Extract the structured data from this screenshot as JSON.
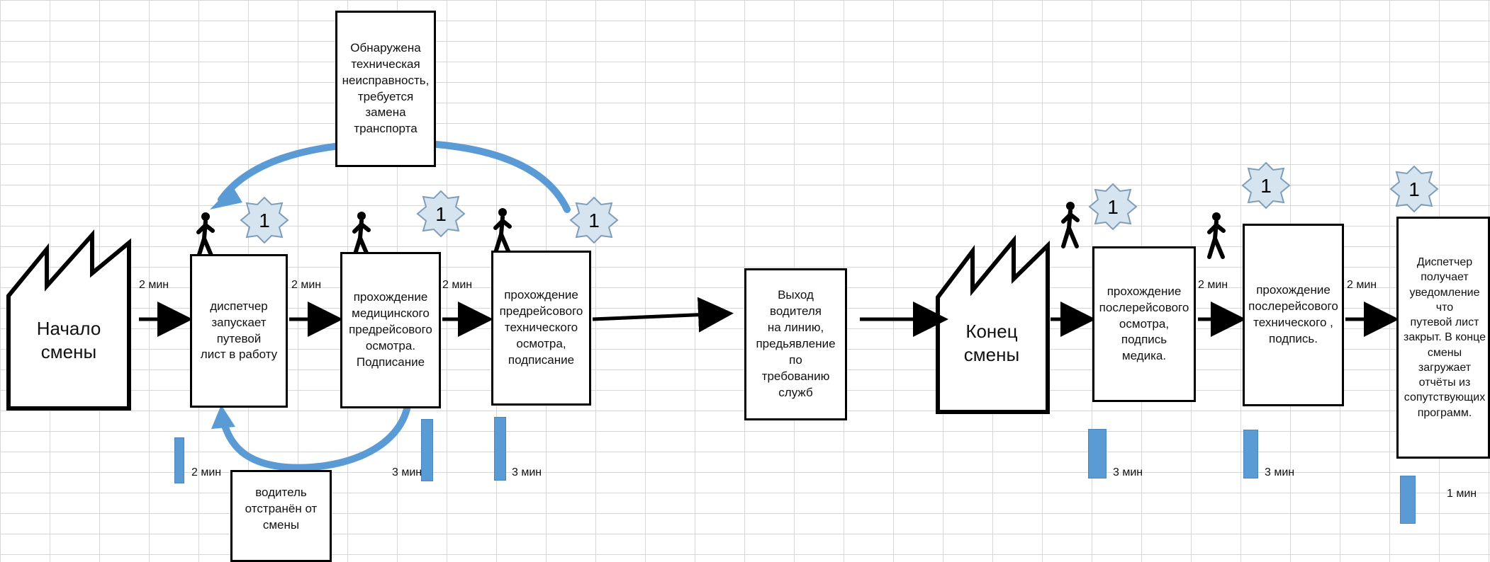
{
  "factories": {
    "start": "Начало\nсмены",
    "end": "Конец\nсмены"
  },
  "boxes": {
    "dispatcher_start": "диспетчер\nзапускает путевой\nлист в работу",
    "medical_pre": "прохождение\nмедицинского\nпредрейсового\nосмотра.\nПодписание",
    "technical_pre": "прохождение\nпредрейсового\nтехнического\nосмотра,\nподписание",
    "driver_out": "Выход водителя\nна линию,\nпредьявление по\nтребованию служб",
    "medical_post": "прохождение\nпослерейсового\nосмотра, подпись\nмедика.",
    "technical_post": "прохождениe\nпослерейсового\nтехнического ,\nподпись.",
    "dispatcher_end": "Диспетчер\nполучает\nуведомление что\nпутевой лист\nзакрыт. В конце\nсмены загружает\nотчёты из\nсопутствующих\nпрограмм.",
    "fault_note": "Обнаружена\nтехническая\nнеисправность,\nтребуется замена\nтранспорта",
    "removed_note": "водитель\nотстранён от\nсмены"
  },
  "transition_times": {
    "t1": "2 мин",
    "t2": "2 мин",
    "t3": "2 мин",
    "t4": "2 мин",
    "t5": "2 мин"
  },
  "duration_labels": {
    "d1": "2 мин",
    "d2": "3 мин",
    "d3": "3 мин",
    "d4": "3 мин",
    "d5": "3 мин",
    "d6": "1 мин"
  },
  "badges": {
    "b1": "1",
    "b2": "1",
    "b3": "1",
    "b4": "1",
    "b5": "1",
    "b6": "1"
  },
  "colors": {
    "accent_blue": "#5b9bd5",
    "badge_fill": "#d6e4f0",
    "badge_stroke": "#7f9db9"
  }
}
